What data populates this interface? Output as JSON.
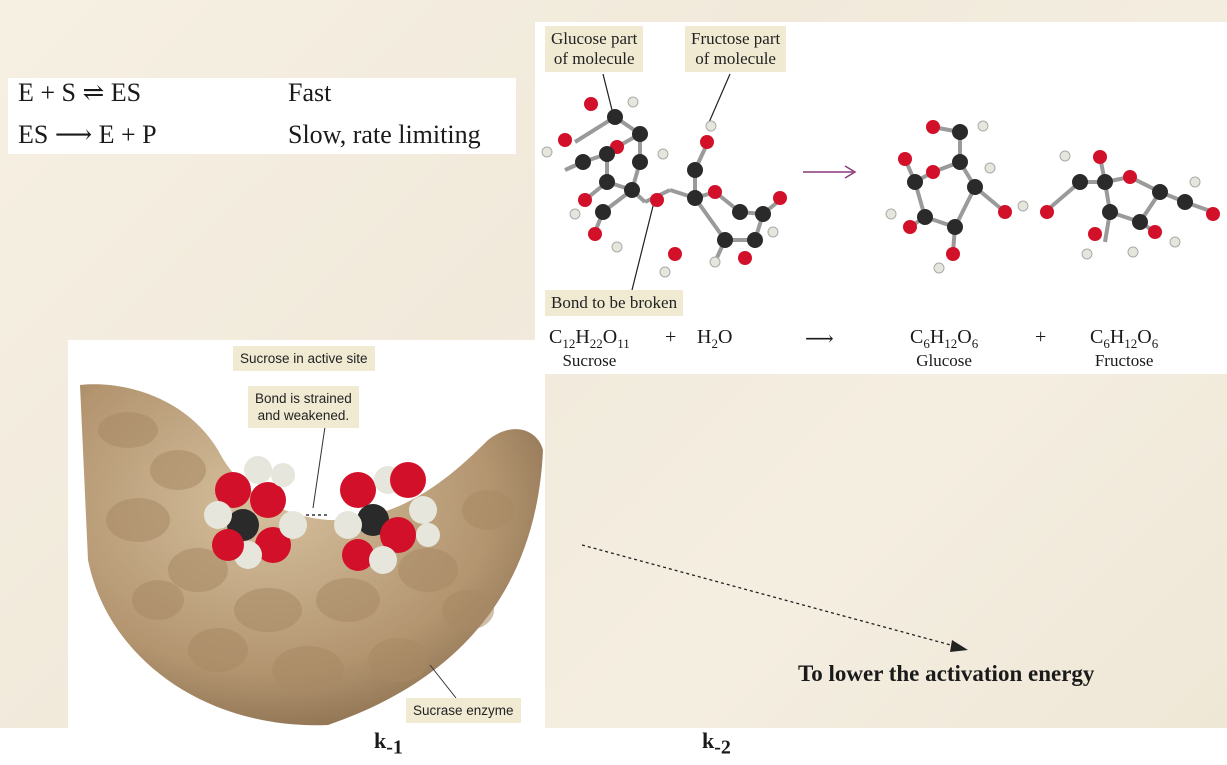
{
  "equations": {
    "row1": {
      "left": "E + S ⇌ ES",
      "right": "Fast"
    },
    "row2": {
      "left": "ES ⟶ E + P",
      "right": "Slow, rate limiting"
    }
  },
  "reaction_diagram": {
    "label_glucose_part": [
      "Glucose part",
      "of molecule"
    ],
    "label_fructose_part": [
      "Fructose part",
      "of molecule"
    ],
    "label_bond": "Bond to be broken",
    "sucrose_name": "Sucrose",
    "glucose_name": "Glucose",
    "fructose_name": "Fructose",
    "plus": "+",
    "arrow": "⟶"
  },
  "enzyme_panel": {
    "label_active_site": "Sucrose in active site",
    "label_strained": [
      "Bond is strained",
      "and weakened."
    ],
    "label_enzyme": "Sucrase enzyme"
  },
  "annotation": "To lower the activation energy",
  "k_labels": {
    "k_minus_1": "k",
    "k_minus_1_sub": "-1",
    "k_minus_2": "k",
    "k_minus_2_sub": "-2"
  },
  "colors": {
    "oxygen": "#d2102a",
    "carbon": "#2a2a2a",
    "hydrogen": "#e6e6dc",
    "enzyme": "#bfa47f",
    "callout_bg": "#f1ead3",
    "arrow_purple": "#8a3a7a"
  }
}
